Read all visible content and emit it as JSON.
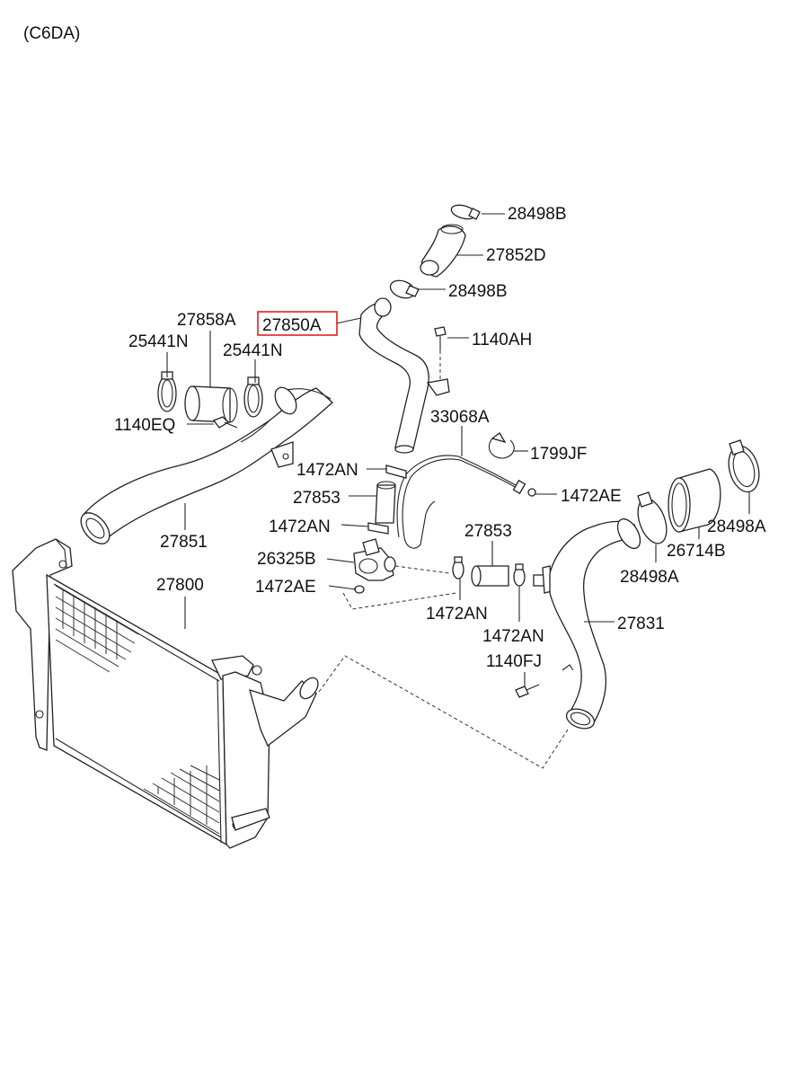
{
  "header": {
    "engine_code": "(C6DA)"
  },
  "highlight_color": "#e02020",
  "labels": {
    "p28498B_top": "28498B",
    "p27852D": "27852D",
    "p28498B_mid": "28498B",
    "p27850A": "27850A",
    "p27858A": "27858A",
    "p25441N_left": "25441N",
    "p25441N_right": "25441N",
    "p1140AH": "1140AH",
    "p1140EQ": "1140EQ",
    "p33068A": "33068A",
    "p1799JF": "1799JF",
    "p1472AN_a": "1472AN",
    "p27853_a": "27853",
    "p1472AE_right": "1472AE",
    "p1472AN_b": "1472AN",
    "p27853_b": "27853",
    "p28498A_right": "28498A",
    "p26714B": "26714B",
    "p26325B": "26325B",
    "p28498A_left": "28498A",
    "p27851": "27851",
    "p27800": "27800",
    "p1472AE_left": "1472AE",
    "p1472AN_c": "1472AN",
    "p1472AN_d": "1472AN",
    "p27831": "27831",
    "p1140FJ": "1140FJ"
  }
}
